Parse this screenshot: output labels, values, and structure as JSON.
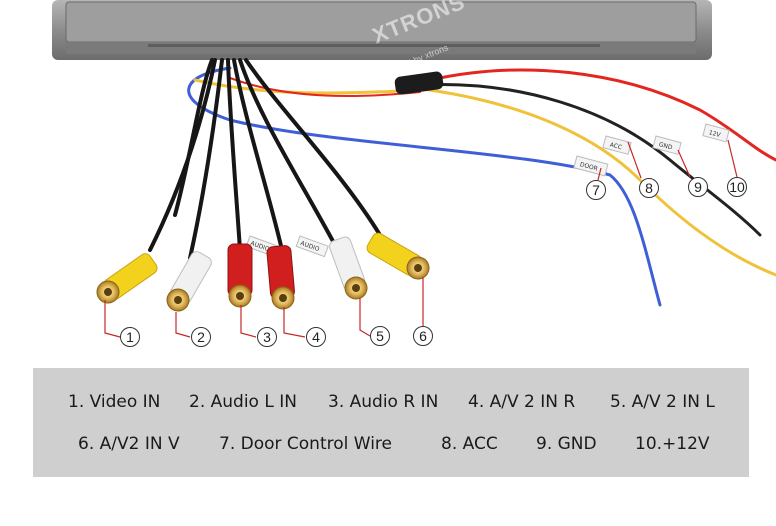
{
  "watermark": {
    "brand": "XTRONS",
    "copyright": "copyright by xtrons"
  },
  "callouts": [
    "1",
    "2",
    "3",
    "4",
    "5",
    "6",
    "7",
    "8",
    "9",
    "10"
  ],
  "wire_tags": {
    "door": "DOOR",
    "acc": "ACC",
    "gnd": "GND",
    "v12": "12V",
    "audio_r": "AUDIO R",
    "audio": "AUDIO"
  },
  "legend": {
    "row1": [
      "1. Video IN",
      "2. Audio L IN",
      "3. Audio R IN",
      "4. A/V 2 IN R",
      "5. A/V 2 IN L"
    ],
    "row2": [
      "6. A/V2 IN V",
      "7.  Door Control Wire",
      "8. ACC",
      "9. GND",
      "10.+12V"
    ]
  },
  "colors": {
    "housing": "#8a8a8a",
    "legend_bg": "#cfcfcf",
    "video": "#f2d21c",
    "audio_l": "#f1f1f1",
    "audio_r": "#d11f1f",
    "door_wire": "#3f5fd6",
    "acc_wire": "#f0c23a",
    "gnd_wire": "#222222",
    "v12_wire": "#e3261f",
    "callout_line": "#c62828"
  }
}
